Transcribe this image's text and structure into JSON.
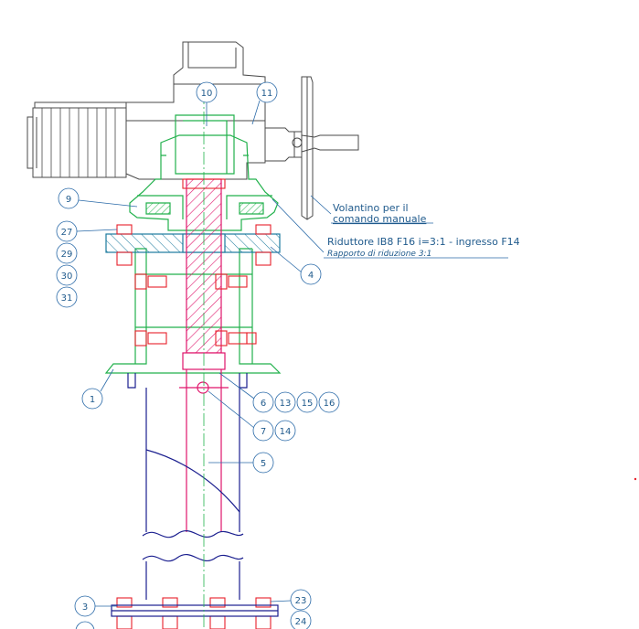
{
  "annotations": {
    "handwheel_line1": "Volantino per il",
    "handwheel_line2": "comando manuale",
    "reducer_main": "Riduttore IB8 F16 i=3:1 - ingresso F14",
    "reducer_ratio": "Rapporto di riduzione 3:1"
  },
  "balloons": [
    "10",
    "11",
    "9",
    "27",
    "29",
    "30",
    "31",
    "4",
    "1",
    "6",
    "13",
    "15",
    "16",
    "7",
    "14",
    "5",
    "3",
    "23",
    "24"
  ],
  "colors": {
    "actuator": "#4a4a4a",
    "reducer": "#22b14c",
    "bolts": "#e8202a",
    "stem": "#e0156b",
    "flange": "#1c7a9e",
    "column": "#1b1f8f",
    "leader": "#2a6aa8"
  }
}
